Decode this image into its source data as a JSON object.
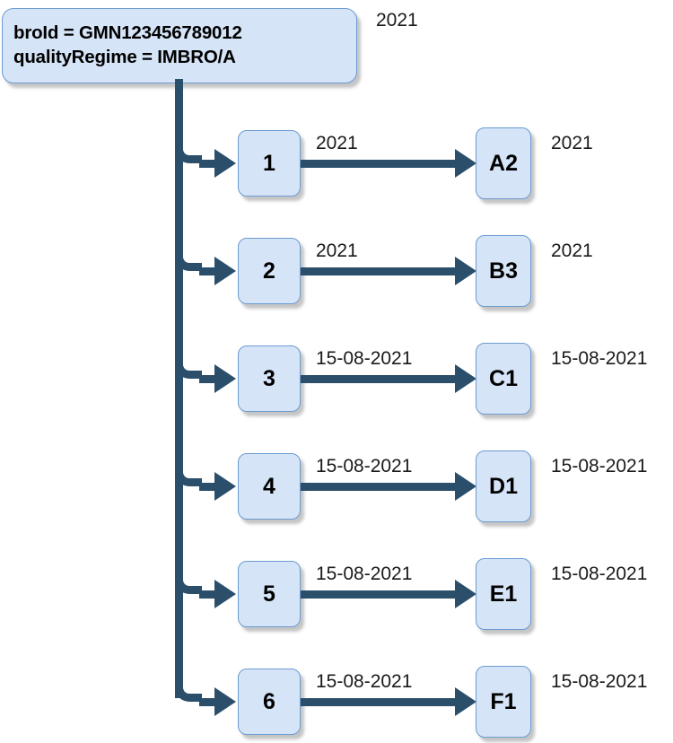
{
  "diagram": {
    "title_node": {
      "line1": "broId = GMN123456789012",
      "line2": "qualityRegime = IMBRO/A",
      "side_label": "2021"
    },
    "colors": {
      "node_fill": "#d6e4f7",
      "node_border": "#6b9bd2",
      "connector": "#2b4f6b",
      "text": "#1a1a1a",
      "background": "#ffffff"
    },
    "rows": [
      {
        "left_node": "1",
        "edge_label": "2021",
        "right_node": "A2",
        "side_label": "2021"
      },
      {
        "left_node": "2",
        "edge_label": "2021",
        "right_node": "B3",
        "side_label": "2021"
      },
      {
        "left_node": "3",
        "edge_label": "15-08-2021",
        "right_node": "C1",
        "side_label": "15-08-2021"
      },
      {
        "left_node": "4",
        "edge_label": "15-08-2021",
        "right_node": "D1",
        "side_label": "15-08-2021"
      },
      {
        "left_node": "5",
        "edge_label": "15-08-2021",
        "right_node": "E1",
        "side_label": "15-08-2021"
      },
      {
        "left_node": "6",
        "edge_label": "15-08-2021",
        "right_node": "F1",
        "side_label": "15-08-2021"
      }
    ]
  }
}
